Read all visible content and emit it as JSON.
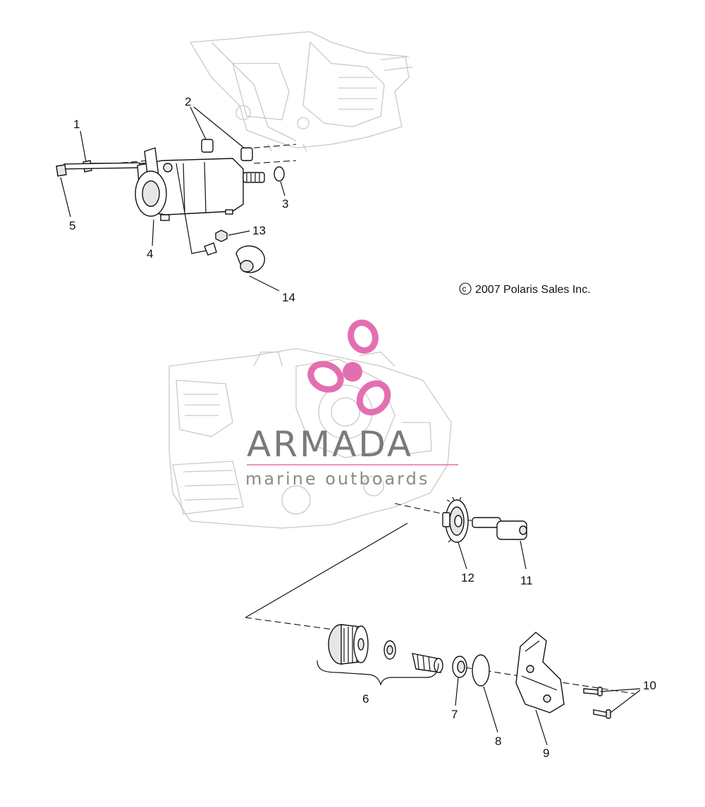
{
  "diagram": {
    "copyright": "2007 Polaris Sales Inc.",
    "copyright_symbol": "c",
    "callouts": [
      "1",
      "2",
      "3",
      "4",
      "5",
      "6",
      "7",
      "8",
      "9",
      "10",
      "11",
      "12",
      "13",
      "14"
    ]
  },
  "watermark": {
    "brand": "ARMADA",
    "tagline": "marine outboards",
    "color_brand": "#7a7a7a",
    "color_logo": "#e46fb0"
  }
}
